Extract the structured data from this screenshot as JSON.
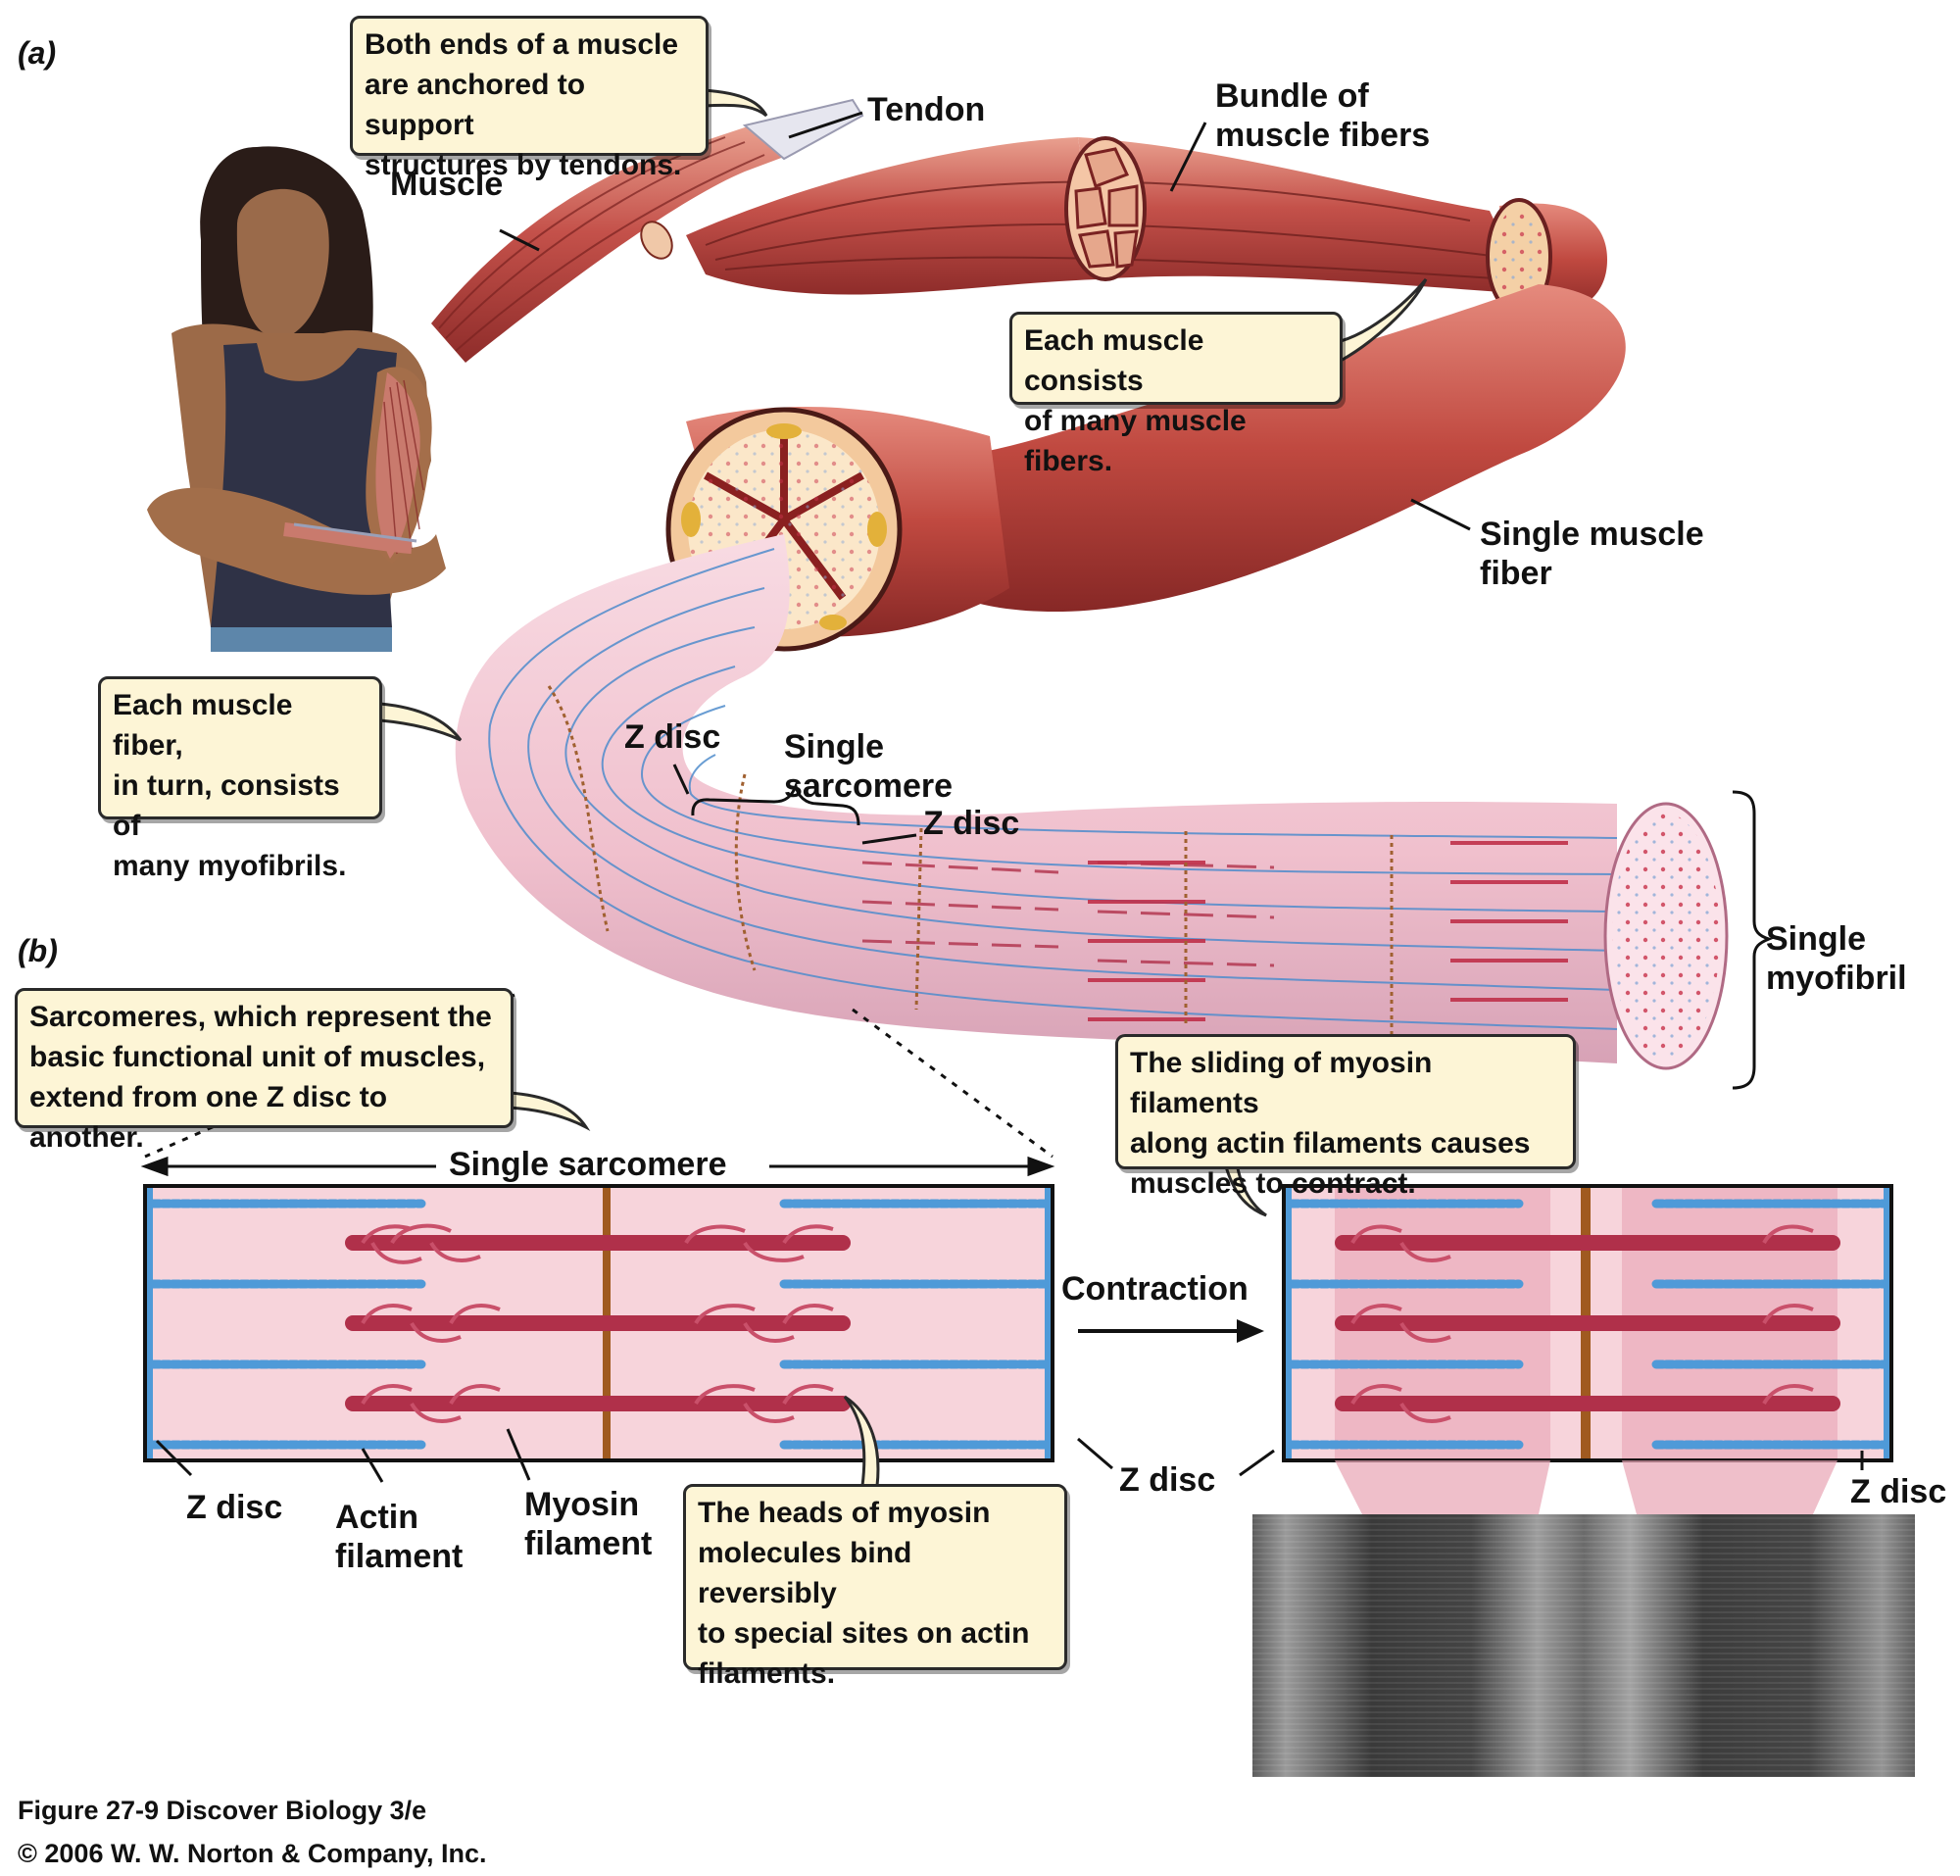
{
  "panels": {
    "a": "(a)",
    "b": "(b)"
  },
  "labels": {
    "tendon": "Tendon",
    "muscle": "Muscle",
    "bundle": "Bundle of\nmuscle fibers",
    "single_fiber": "Single muscle\nfiber",
    "z_disc_upper_left": "Z disc",
    "single_sarcomere_upper": "Single\nsarcomere",
    "z_disc_upper_right": "Z disc",
    "single_myofibril": "Single\nmyofibril",
    "single_sarcomere_b": "Single sarcomere",
    "contraction": "Contraction",
    "z_disc_b_left": "Z disc",
    "actin_filament": "Actin\nfilament",
    "myosin_filament": "Myosin\nfilament",
    "z_disc_b_mid": "Z disc",
    "z_disc_b_right": "Z disc"
  },
  "callouts": {
    "tendons": "Both ends of a muscle\nare anchored to support\nstructures by tendons.",
    "fibers": "Each muscle consists\nof many muscle fibers.",
    "myofibrils": "Each muscle fiber,\nin turn, consists of\nmany myofibrils.",
    "sarcomeres": "Sarcomeres, which represent the\nbasic functional unit of muscles,\nextend from one Z disc to another.",
    "sliding": "The sliding of myosin filaments\nalong actin filaments causes\nmuscles to contract.",
    "heads": "The heads of myosin\nmolecules bind reversibly\nto special sites on actin\nfilaments."
  },
  "credits": {
    "figure": "Figure 27-9  Discover Biology 3/e",
    "copyright": "© 2006 W. W. Norton & Company, Inc."
  },
  "colors": {
    "muscle_red": "#b8443e",
    "muscle_light": "#e79a8c",
    "myofibril_pink": "#f4c9d4",
    "myofibril_blue": "#6fa6d8",
    "myosin": "#b0304a",
    "actin": "#4f9ad8",
    "m_line": "#a05a20",
    "callout_fill": "#fdf5d6"
  }
}
